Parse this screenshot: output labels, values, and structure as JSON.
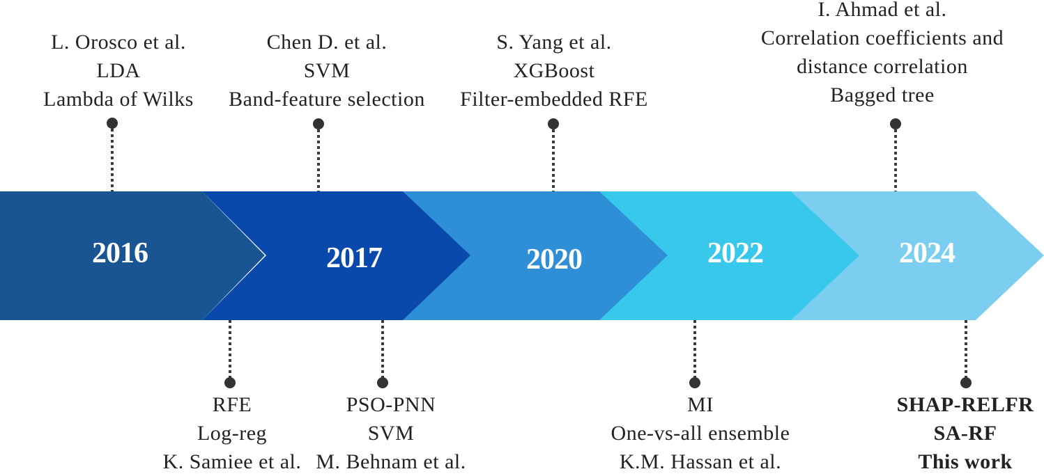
{
  "timeline": {
    "segments": [
      {
        "year": "2016",
        "color": "#185592"
      },
      {
        "year": "2017",
        "color": "#0849AB"
      },
      {
        "year": "2020",
        "color": "#2E8FD7"
      },
      {
        "year": "2022",
        "color": "#38C8EC"
      },
      {
        "year": "2024",
        "color": "#7CCEF1"
      }
    ]
  },
  "milestones_top": [
    {
      "lines": [
        "L. Orosco et al.",
        "LDA",
        "Lambda of Wilks"
      ]
    },
    {
      "lines": [
        "Chen D. et al.",
        "SVM",
        "Band-feature selection"
      ]
    },
    {
      "lines": [
        "S. Yang et al.",
        "XGBoost",
        "Filter-embedded RFE"
      ]
    },
    {
      "lines": [
        "I. Ahmad et al.",
        "Correlation coefficients and",
        "distance correlation",
        "Bagged tree"
      ]
    }
  ],
  "milestones_bottom": [
    {
      "lines": [
        "RFE",
        "Log-reg",
        "K. Samiee et al."
      ]
    },
    {
      "lines": [
        "PSO-PNN",
        "SVM",
        "M. Behnam et al."
      ]
    },
    {
      "lines": [
        "MI",
        "One-vs-all ensemble",
        "K.M. Hassan et al."
      ]
    },
    {
      "lines": [
        "SHAP-RELFR",
        "SA-RF",
        "This work"
      ],
      "bold": true
    }
  ]
}
